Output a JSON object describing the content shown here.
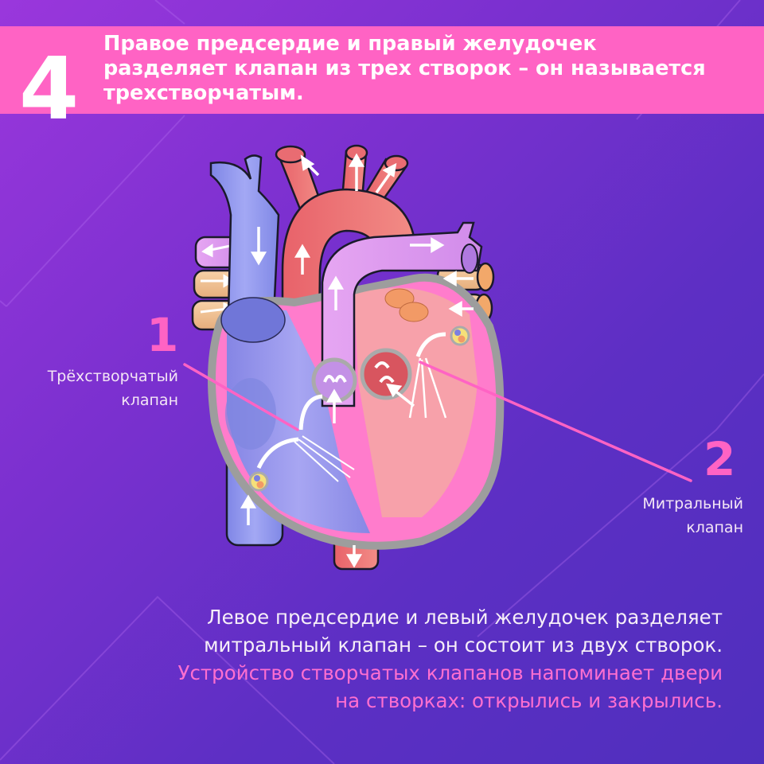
{
  "banner": {
    "step_number": "4",
    "lines": [
      "Правое предсердие и правый желудочек",
      "разделяет клапан из трех створок – он называется",
      "трехстворчатым."
    ]
  },
  "markers": [
    {
      "number": "1",
      "label_lines": [
        "Трёхстворчатый",
        "клапан"
      ]
    },
    {
      "number": "2",
      "label_lines": [
        "Митральный",
        "клапан"
      ]
    }
  ],
  "illustration": {
    "subject": "heart-anatomy-diagram"
  },
  "body": {
    "white_lines": [
      "Левое предсердие и левый желудочек разделяет",
      "митральный клапан – он состоит из двух створок."
    ],
    "pink_lines": [
      "Устройство створчатых клапанов напоминает двери",
      "на створках: открылись и закрылись."
    ]
  },
  "colors": {
    "banner_bg": "#ff63c4",
    "accent_pink": "#ff63c4",
    "bg_start": "#9a37dc",
    "bg_end": "#4f2fbd"
  }
}
